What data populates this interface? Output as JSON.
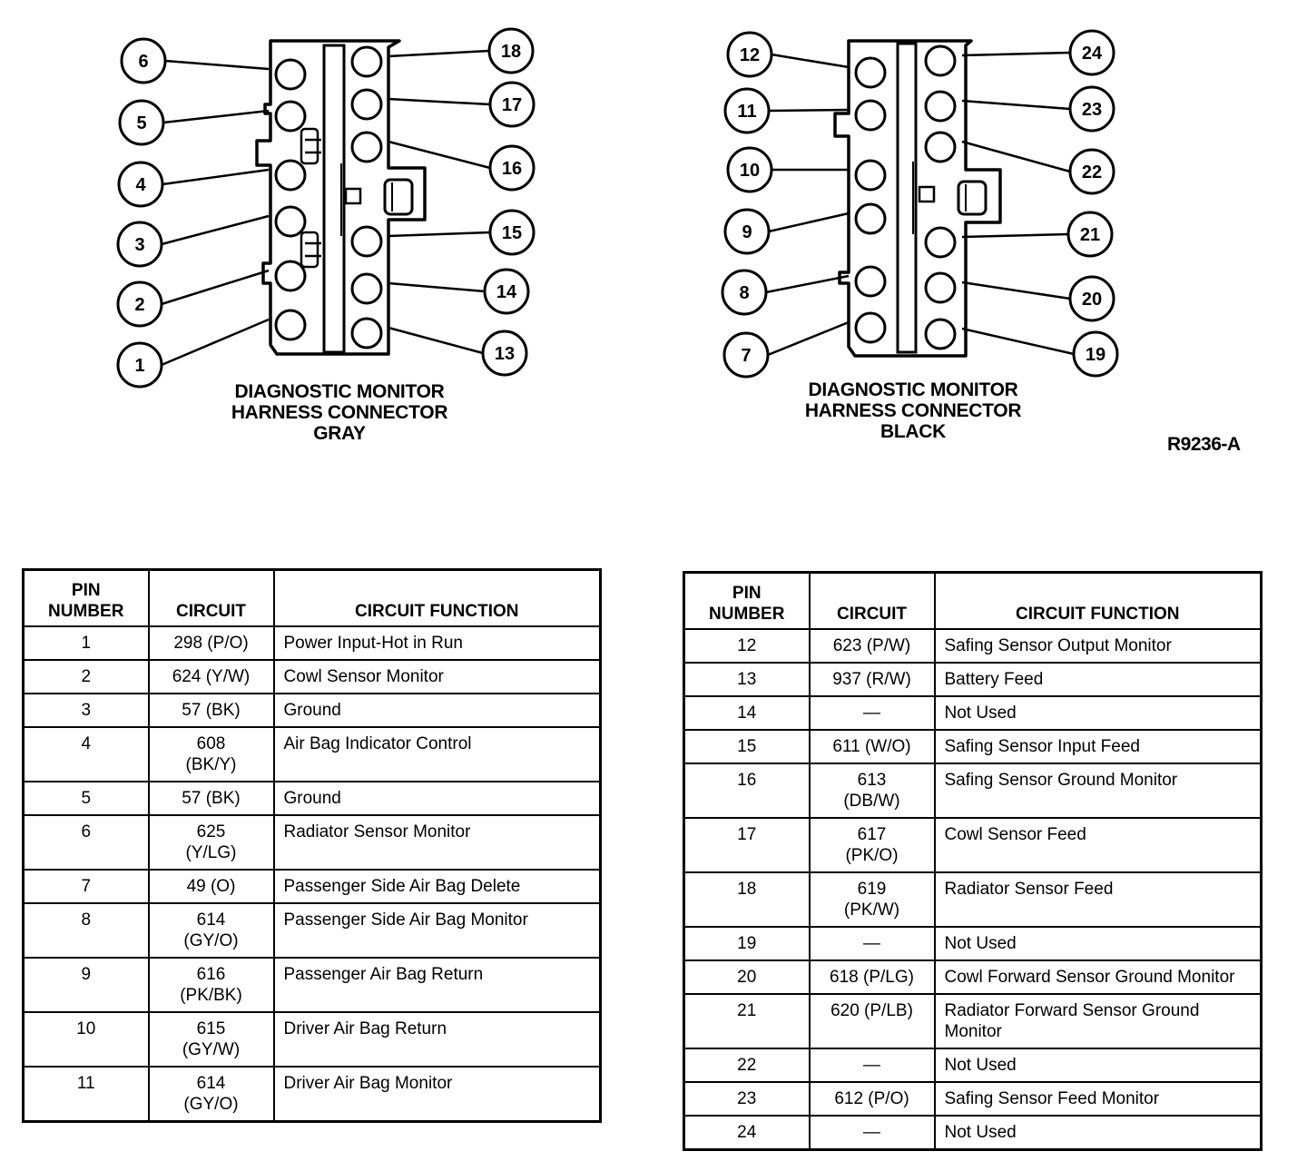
{
  "figure_id": "R9236-A",
  "connectors": [
    {
      "caption": [
        "DIAGNOSTIC MONITOR",
        "HARNESS CONNECTOR",
        "GRAY"
      ],
      "left_pins": [
        "6",
        "5",
        "4",
        "3",
        "2",
        "1"
      ],
      "right_pins": [
        "18",
        "17",
        "16",
        "15",
        "14",
        "13"
      ]
    },
    {
      "caption": [
        "DIAGNOSTIC MONITOR",
        "HARNESS CONNECTOR",
        "BLACK"
      ],
      "left_pins": [
        "12",
        "11",
        "10",
        "9",
        "8",
        "7"
      ],
      "right_pins": [
        "24",
        "23",
        "22",
        "21",
        "20",
        "19"
      ]
    }
  ],
  "table_headers": {
    "pin": "PIN\nNUMBER",
    "circuit": "CIRCUIT",
    "function": "CIRCUIT FUNCTION"
  },
  "tables": [
    {
      "rows": [
        {
          "pin": "1",
          "circuit": "298 (P/O)",
          "function": "Power Input-Hot in Run"
        },
        {
          "pin": "2",
          "circuit": "624 (Y/W)",
          "function": "Cowl Sensor Monitor"
        },
        {
          "pin": "3",
          "circuit": "57 (BK)",
          "function": "Ground"
        },
        {
          "pin": "4",
          "circuit": "608\n(BK/Y)",
          "function": "Air Bag Indicator Control"
        },
        {
          "pin": "5",
          "circuit": "57 (BK)",
          "function": "Ground"
        },
        {
          "pin": "6",
          "circuit": "625\n(Y/LG)",
          "function": "Radiator Sensor Monitor"
        },
        {
          "pin": "7",
          "circuit": "49 (O)",
          "function": "Passenger Side Air Bag Delete"
        },
        {
          "pin": "8",
          "circuit": "614\n(GY/O)",
          "function": "Passenger Side Air Bag Monitor"
        },
        {
          "pin": "9",
          "circuit": "616\n(PK/BK)",
          "function": "Passenger Air Bag Return"
        },
        {
          "pin": "10",
          "circuit": "615\n(GY/W)",
          "function": "Driver Air Bag Return"
        },
        {
          "pin": "11",
          "circuit": "614\n(GY/O)",
          "function": "Driver Air Bag Monitor"
        }
      ]
    },
    {
      "rows": [
        {
          "pin": "12",
          "circuit": "623 (P/W)",
          "function": "Safing Sensor Output Monitor"
        },
        {
          "pin": "13",
          "circuit": "937 (R/W)",
          "function": "Battery Feed"
        },
        {
          "pin": "14",
          "circuit": "—",
          "function": "Not Used"
        },
        {
          "pin": "15",
          "circuit": "611 (W/O)",
          "function": "Safing Sensor Input Feed"
        },
        {
          "pin": "16",
          "circuit": "613\n(DB/W)",
          "function": "Safing Sensor Ground Monitor"
        },
        {
          "pin": "17",
          "circuit": "617\n(PK/O)",
          "function": "Cowl Sensor Feed"
        },
        {
          "pin": "18",
          "circuit": "619\n(PK/W)",
          "function": "Radiator Sensor Feed"
        },
        {
          "pin": "19",
          "circuit": "—",
          "function": "Not Used"
        },
        {
          "pin": "20",
          "circuit": "618 (P/LG)",
          "function": "Cowl Forward Sensor Ground Monitor"
        },
        {
          "pin": "21",
          "circuit": "620 (P/LB)",
          "function": "Radiator Forward Sensor Ground Monitor"
        },
        {
          "pin": "22",
          "circuit": "—",
          "function": "Not Used"
        },
        {
          "pin": "23",
          "circuit": "612 (P/O)",
          "function": "Safing Sensor Feed Monitor"
        },
        {
          "pin": "24",
          "circuit": "—",
          "function": "Not Used"
        }
      ]
    }
  ]
}
